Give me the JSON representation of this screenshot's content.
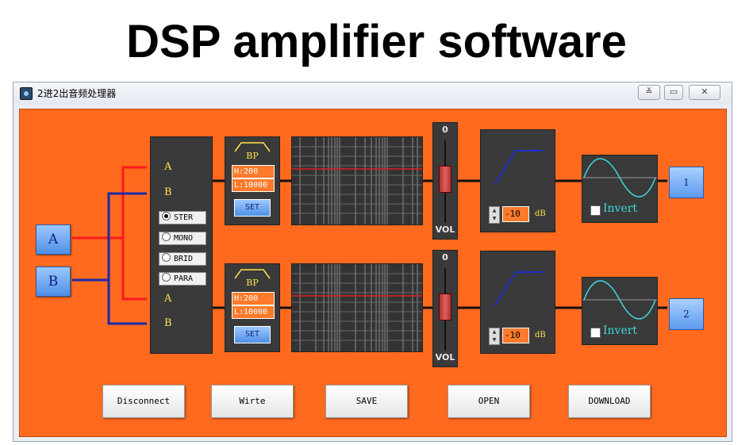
{
  "page": {
    "heading": "DSP amplifier software"
  },
  "window": {
    "title": "2进2出音频处理器",
    "buttons": {
      "minimize": "≚",
      "maximize": "▭",
      "close": "✕"
    },
    "icon": "app-icon"
  },
  "inputs": [
    {
      "label": "A"
    },
    {
      "label": "B"
    }
  ],
  "router": {
    "top_labels": [
      "A",
      "B"
    ],
    "bottom_labels": [
      "A",
      "B"
    ],
    "modes": [
      {
        "label": "STER",
        "selected": true
      },
      {
        "label": "MONO",
        "selected": false
      },
      {
        "label": "BRID",
        "selected": false
      },
      {
        "label": "PARA",
        "selected": false
      }
    ]
  },
  "channels": [
    {
      "filter": {
        "type": "BP",
        "high": "H:200",
        "low": "L:10000",
        "set_label": "SET"
      },
      "volume": {
        "top": "0",
        "bottom": "VOL"
      },
      "limiter": {
        "value": "-10",
        "unit": "dB"
      },
      "phase": {
        "invert_label": "Invert",
        "inverted": false
      },
      "output": {
        "label": "1"
      }
    },
    {
      "filter": {
        "type": "BP",
        "high": "H:200",
        "low": "L:10000",
        "set_label": "SET"
      },
      "volume": {
        "top": "0",
        "bottom": "VOL"
      },
      "limiter": {
        "value": "-10",
        "unit": "dB"
      },
      "phase": {
        "invert_label": "Invert",
        "inverted": false
      },
      "output": {
        "label": "2"
      }
    }
  ],
  "actions": [
    {
      "label": "Disconnect"
    },
    {
      "label": "Wirte"
    },
    {
      "label": "SAVE"
    },
    {
      "label": "OPEN"
    },
    {
      "label": "DOWNLOAD"
    }
  ],
  "colors": {
    "background": "#ff6a1f",
    "wire_a": "#ff1a1a",
    "wire_b": "#1a2aa8",
    "accent_yellow": "#ffe14a",
    "sine": "#40d8e0"
  }
}
